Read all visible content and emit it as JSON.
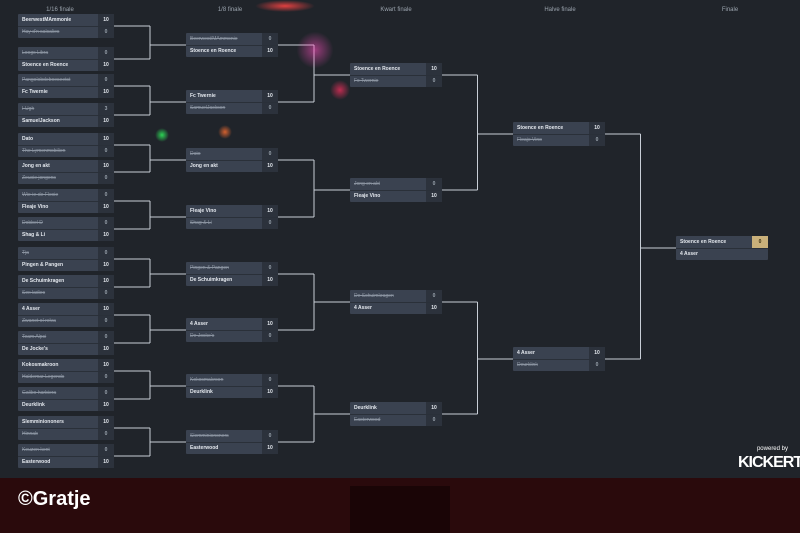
{
  "headers": [
    "1/16 finale",
    "1/8 finale",
    "Kwart finale",
    "Halve finale",
    "Finale"
  ],
  "round16": [
    [
      [
        "BeerwestMAmmonie",
        "10"
      ],
      [
        "Hay d'n salsalies",
        "0"
      ]
    ],
    [
      [
        "Loogs Libra",
        "0"
      ],
      [
        "Stoence en Roence",
        "10"
      ]
    ],
    [
      [
        "Pangolobdeboeseetst",
        "0"
      ],
      [
        "Fc Twernie",
        "10"
      ]
    ],
    [
      [
        "I-Ugh",
        "3"
      ],
      [
        "SamuelJackson",
        "10"
      ]
    ],
    [
      [
        "Dato",
        "10"
      ],
      [
        "The Lymenmobilien",
        "0"
      ]
    ],
    [
      [
        "Jong en akt",
        "10"
      ],
      [
        "Zeuxie jongens",
        "0"
      ]
    ],
    [
      [
        "Wie-ie-de Flexie",
        "0"
      ],
      [
        "Fleaje Vino",
        "10"
      ]
    ],
    [
      [
        "Dobbel D",
        "0"
      ],
      [
        "Shag & Li",
        "10"
      ]
    ],
    [
      [
        "Tja",
        "0"
      ],
      [
        "Pingen & Pangen",
        "10"
      ]
    ],
    [
      [
        "De Schuimkragen",
        "10"
      ],
      [
        "Sex ladies",
        "0"
      ]
    ],
    [
      [
        "4 Asser",
        "10"
      ],
      [
        "Zwanet ol relva",
        "0"
      ]
    ],
    [
      [
        "Team Alpsi",
        "0"
      ],
      [
        "De Jocke's",
        "10"
      ]
    ],
    [
      [
        "Kokosmakroon",
        "10"
      ],
      [
        "Haldemar Legends",
        "0"
      ]
    ],
    [
      [
        "Galibo harbiera",
        "0"
      ],
      [
        "Deurklink",
        "10"
      ]
    ],
    [
      [
        "Slemminiononers",
        "10"
      ],
      [
        "Hinnab",
        "0"
      ]
    ],
    [
      [
        "Keuzen kent",
        "0"
      ],
      [
        "Easterwood",
        "10"
      ]
    ]
  ],
  "round8": [
    [
      [
        "Beerwest/MAmmonie",
        "0"
      ],
      [
        "Stoence en Roence",
        "10"
      ]
    ],
    [
      [
        "Fc Twernie",
        "10"
      ],
      [
        "SamuelJackson",
        "0"
      ]
    ],
    [
      [
        "Dato",
        "0"
      ],
      [
        "Jong en akt",
        "10"
      ]
    ],
    [
      [
        "Fleaje Vino",
        "10"
      ],
      [
        "Shag & Li",
        "0"
      ]
    ],
    [
      [
        "Pingen & Pangen",
        "0"
      ],
      [
        "De Schuimkragen",
        "10"
      ]
    ],
    [
      [
        "4 Asser",
        "10"
      ],
      [
        "De Jocke's",
        "0"
      ]
    ],
    [
      [
        "Kokosmakroon",
        "0"
      ],
      [
        "Deurklink",
        "10"
      ]
    ],
    [
      [
        "Slemminiononers",
        "0"
      ],
      [
        "Easterwood",
        "10"
      ]
    ]
  ],
  "quarter": [
    [
      [
        "Stoence en Roence",
        "10"
      ],
      [
        "Fc Twernie",
        "0"
      ]
    ],
    [
      [
        "Jong en akt",
        "0"
      ],
      [
        "Fleaje Vino",
        "10"
      ]
    ],
    [
      [
        "De Schuimkragen",
        "0"
      ],
      [
        "4 Asser",
        "10"
      ]
    ],
    [
      [
        "Deurklink",
        "10"
      ],
      [
        "Easterwood",
        "0"
      ]
    ]
  ],
  "semi": [
    [
      [
        "Stoence en Roence",
        "10"
      ],
      [
        "Fleaje Vino",
        "0"
      ]
    ],
    [
      [
        "4 Asser",
        "10"
      ],
      [
        "Deurklink",
        "0"
      ]
    ]
  ],
  "final": [
    [
      "Stoence en Roence",
      "0"
    ],
    [
      "4 Asser",
      ""
    ]
  ],
  "brand": {
    "powered": "powered by",
    "name": "KICKERTO"
  },
  "watermark": "©Gratje",
  "colors": {
    "screen": "#20242a",
    "card": "#3a4250",
    "line": "#c8ced6",
    "accent": "#c9b07a"
  }
}
